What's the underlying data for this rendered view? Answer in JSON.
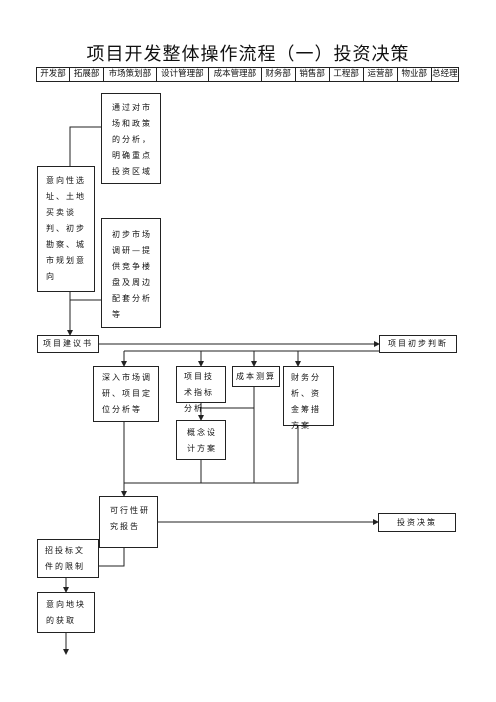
{
  "title": "项目开发整体操作流程（一）投资决策",
  "departments": [
    "开发部",
    "拓展部",
    "市场策划部",
    "设计管理部",
    "成本管理部",
    "财务部",
    "销售部",
    "工程部",
    "运营部",
    "物业部",
    "总经理"
  ],
  "nodes": {
    "market_policy": "通过对市场和政策的分析，明确重点投资区域",
    "intent_site": "意向性选址、土地买卖谈判、初步勘察、城市规划意向",
    "market_survey": "初步市场调研—提供竞争楼盘及周边配套分析等",
    "project_proposal": "项目建议书",
    "preliminary_judgment": "项目初步判断",
    "deep_survey": "深入市场调研、项目定位分析等",
    "tech_index": "项目技术指标分析",
    "cost_calc": "成本测算",
    "finance_plan": "财务分析、资金筹措方案",
    "concept_design": "概念设计方案",
    "feasibility_report": "可行性研究报告",
    "investment_decision": "投资决策",
    "tender_limits": "招投标文件的限制",
    "intent_land": "意向地块的获取"
  }
}
